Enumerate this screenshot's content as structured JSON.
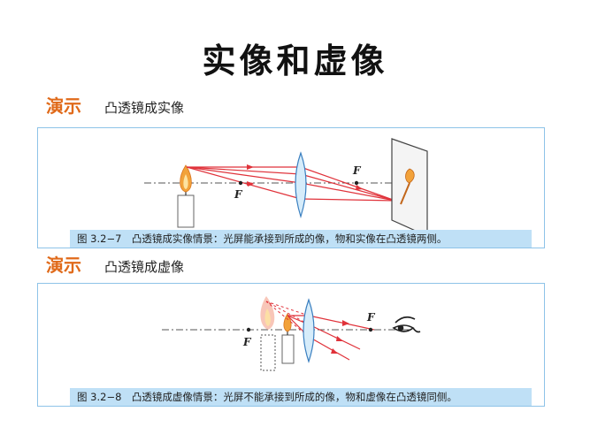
{
  "page": {
    "title": "实像和虚像"
  },
  "demo1": {
    "label": "演示",
    "description": "凸透镜成实像",
    "focal_label_left": "F",
    "focal_label_right": "F",
    "caption": "图 3.2−7　凸透镜成实像情景：光屏能承接到所成的像，物和实像在凸透镜两侧。"
  },
  "demo2": {
    "label": "演示",
    "description": "凸透镜成虚像",
    "focal_label_left": "F",
    "focal_label_right": "F",
    "caption": "图 3.2−8　凸透镜成虚像情景：光屏不能承接到所成的像，物和虚像在凸透镜同侧。"
  },
  "colors": {
    "accent_label": "#e06a1a",
    "panel_border": "#8ec3e8",
    "caption_bg": "#bfe0f6",
    "ray": "#e0323a"
  }
}
